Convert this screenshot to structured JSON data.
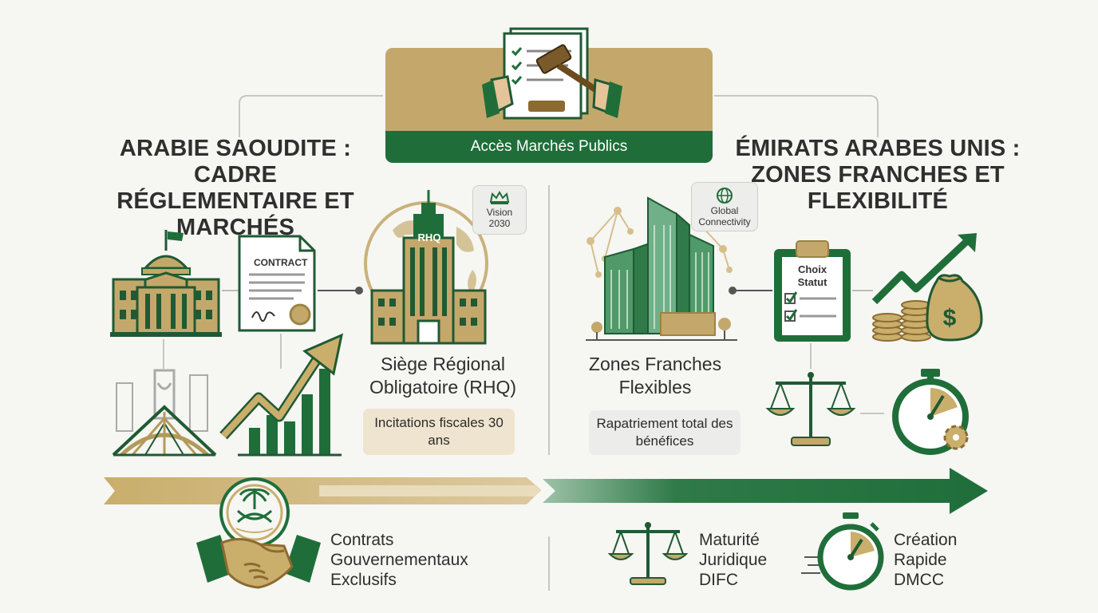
{
  "header": {
    "label": "Accès Marchés Publics"
  },
  "left": {
    "title": "Arabie Saoudite : Cadre Réglementaire et Marchés",
    "contract_label": "CONTRACT",
    "rhq_sign": "RHQ",
    "vision_badge": "Vision 2030",
    "rhq_title": "Siège Régional Obligatoire (RHQ)",
    "incentive": "Incitations fiscales 30 ans",
    "contracts_label": "Contrats\nGouvernementaux\nExclusifs"
  },
  "right": {
    "title": "Émirats Arabes Unis : Zones Franches et Flexibilité",
    "global_badge": "Global Connectivity",
    "zones_title": "Zones Franches Flexibles",
    "status_label": "Choix Statut",
    "repatriation": "Rapatriement total des bénéfices",
    "difc_label": "Maturité\nJuridique\nDIFC",
    "dmcc_label": "Création\nRapide\nDMCC"
  },
  "colors": {
    "green": "#1f6e3a",
    "gold": "#b39a5b",
    "gold_light": "#c9ae6c",
    "beige": "#efe4cf",
    "grey_pill": "#ececea"
  },
  "icons": [
    "gavel-icon",
    "government-building-icon",
    "contract-icon",
    "rhq-tower-icon",
    "crown-icon",
    "skyscraper-icon",
    "globe-icon",
    "clipboard-icon",
    "money-bag-icon",
    "scales-icon",
    "stopwatch-icon",
    "gear-icon",
    "handshake-icon",
    "saudi-emblem-icon",
    "growth-chart-icon"
  ]
}
